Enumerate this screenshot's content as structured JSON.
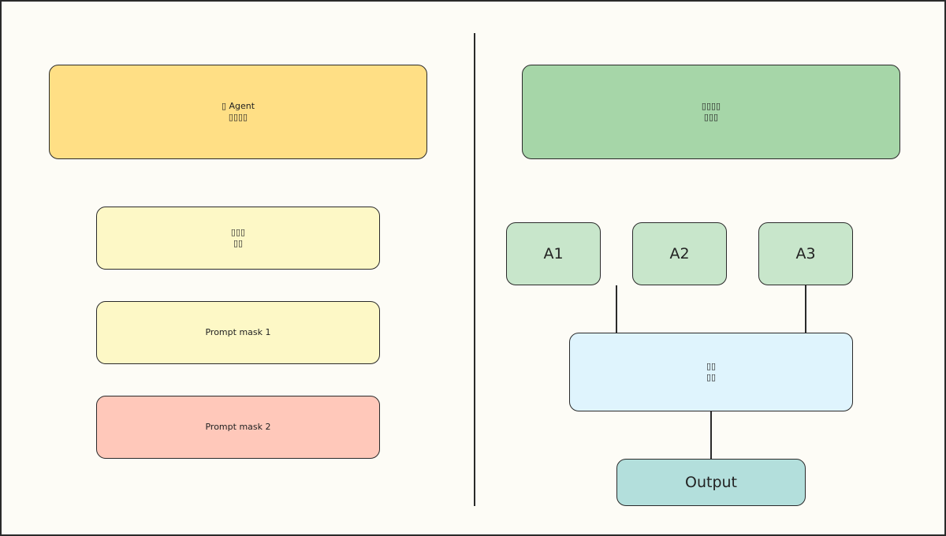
{
  "colors": {
    "yellow_strong": "#ffdf85",
    "yellow_light": "#fdf8c6",
    "salmon": "#ffc8ba",
    "green_strong": "#a6d6a8",
    "green_light": "#c8e6cb",
    "light_blue": "#dff4fd",
    "teal": "#b3dfdc",
    "border": "#2a2a2a",
    "background": "#fdfcf6"
  },
  "left": {
    "main_agent": {
      "line1": "▯ Agent",
      "line2": "▯▯▯▯"
    },
    "box_a": {
      "line1": "▯▯▯",
      "line2": "▯▯"
    },
    "prompt_mask_1": "Prompt mask 1",
    "prompt_mask_2": "Prompt mask 2"
  },
  "right": {
    "top_box": {
      "line1": "▯▯▯▯",
      "line2": "▯▯▯"
    },
    "agents": [
      "A1",
      "A2",
      "A3"
    ],
    "aggregator": {
      "line1": "▯▯",
      "line2": "▯▯"
    },
    "output": "Output"
  }
}
